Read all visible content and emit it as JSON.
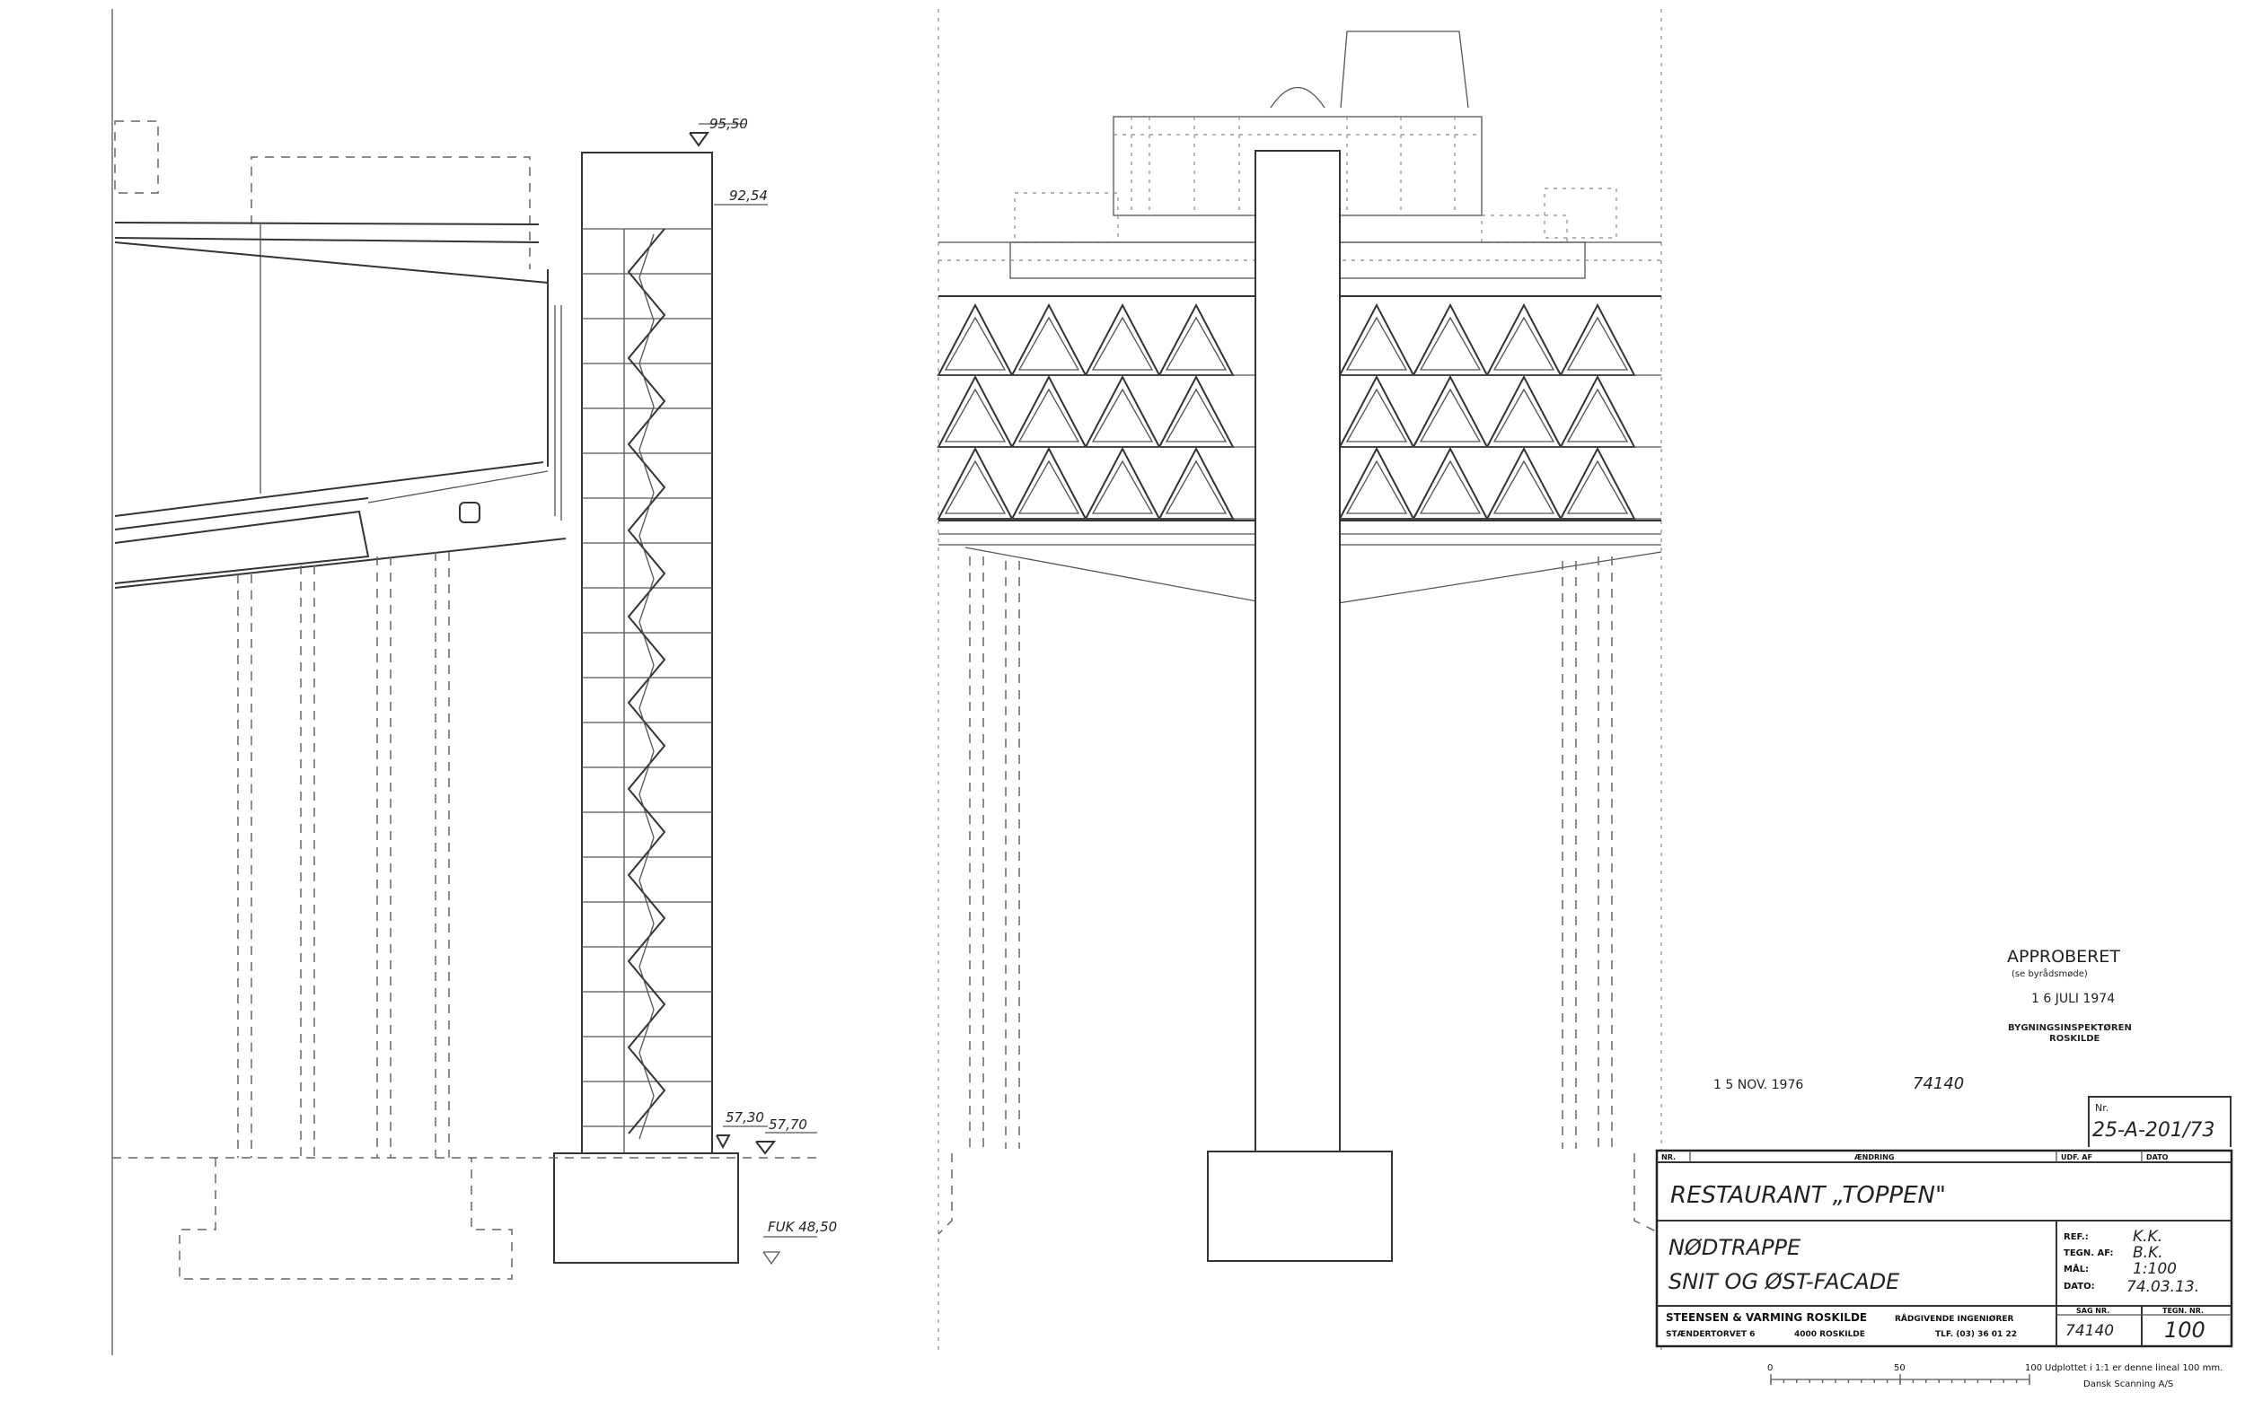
{
  "levels": {
    "top": "95,50",
    "second": "92,54",
    "ground_a": "57,30",
    "ground_b": "57,70",
    "fuk": "FUK 48,50"
  },
  "approval_stamp": {
    "heading": "APPROBERET",
    "subheading": "(se byrådsmøde)",
    "date": "1 6 JULI 1974",
    "office_line1": "BYGNINGSINSPEKTØREN",
    "office_line2": "ROSKILDE"
  },
  "received_stamp": {
    "date": "1 5 NOV. 1976",
    "note": "74140"
  },
  "reference_stamp": {
    "corner": "Nr.",
    "value": "25-A-201/73"
  },
  "title_block": {
    "header": {
      "nr": "NR.",
      "change": "ÆNDRING",
      "by": "UDF. AF",
      "date": "DATO"
    },
    "project": "RESTAURANT „TOPPEN\"",
    "subject_line1": "NØDTRAPPE",
    "subject_line2": "SNIT OG ØST-FACADE",
    "ref_label": "REF.:",
    "ref_value": "K.K.",
    "drawn_label": "TEGN. AF:",
    "drawn_value": "B.K.",
    "scale_label": "MÅL:",
    "scale_value": "1:100",
    "date_label": "DATO:",
    "date_value": "74.03.13.",
    "firm": "STEENSEN & VARMING ROSKILDE",
    "firm_role": "RÅDGIVENDE INGENIØRER",
    "address_street": "STÆNDERTORVET 6",
    "address_city": "4000 ROSKILDE",
    "phone": "TLF. (03) 36 01 22",
    "case_label": "SAG NR.",
    "case_value": "74140",
    "drawing_label": "TEGN. NR.",
    "drawing_value": "100"
  },
  "scale_bar": {
    "zero": "0",
    "mid": "50",
    "end": "100",
    "note": "Udplottet i 1:1 er denne lineal 100 mm.",
    "credit": "Dansk Scanning A/S"
  }
}
